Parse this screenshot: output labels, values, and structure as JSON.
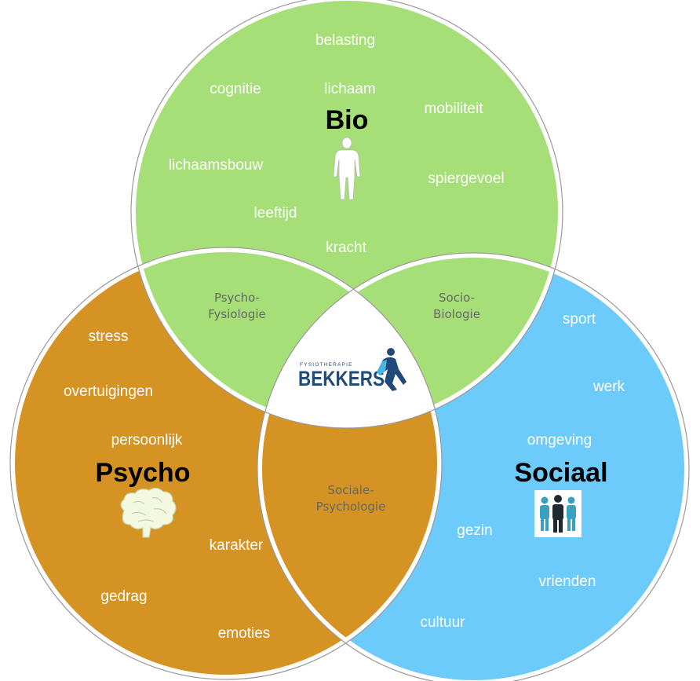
{
  "colors": {
    "bio": "#a6df78",
    "psycho": "#d49322",
    "sociaal": "#6ccbfb",
    "center": "#ffffff",
    "outline": "#ffffff",
    "logo": "#1f4a7a"
  },
  "bio": {
    "title": "Bio",
    "icon": "human-body-icon",
    "words": [
      "belasting",
      "lichaam",
      "cognitie",
      "mobiliteit",
      "lichaamsbouw",
      "spiergevoel",
      "leeftijd",
      "kracht"
    ]
  },
  "psycho": {
    "title": "Psycho",
    "icon": "brain-icon",
    "words": [
      "stress",
      "overtuigingen",
      "persoonlijk",
      "karakter",
      "gedrag",
      "emoties"
    ]
  },
  "sociaal": {
    "title": "Sociaal",
    "icon": "people-group-icon",
    "words": [
      "sport",
      "werk",
      "omgeving",
      "gezin",
      "vrienden",
      "cultuur"
    ]
  },
  "overlaps": {
    "bio_psycho": [
      "Psycho-",
      "Fysiologie"
    ],
    "bio_sociaal": [
      "Socio-",
      "Biologie"
    ],
    "psycho_sociaal": [
      "Sociale-",
      "Psychologie"
    ]
  },
  "logo": {
    "small_text": "FYSIOTHERAPIE",
    "big_text": "BEKKERS",
    "icon": "runner-icon"
  }
}
